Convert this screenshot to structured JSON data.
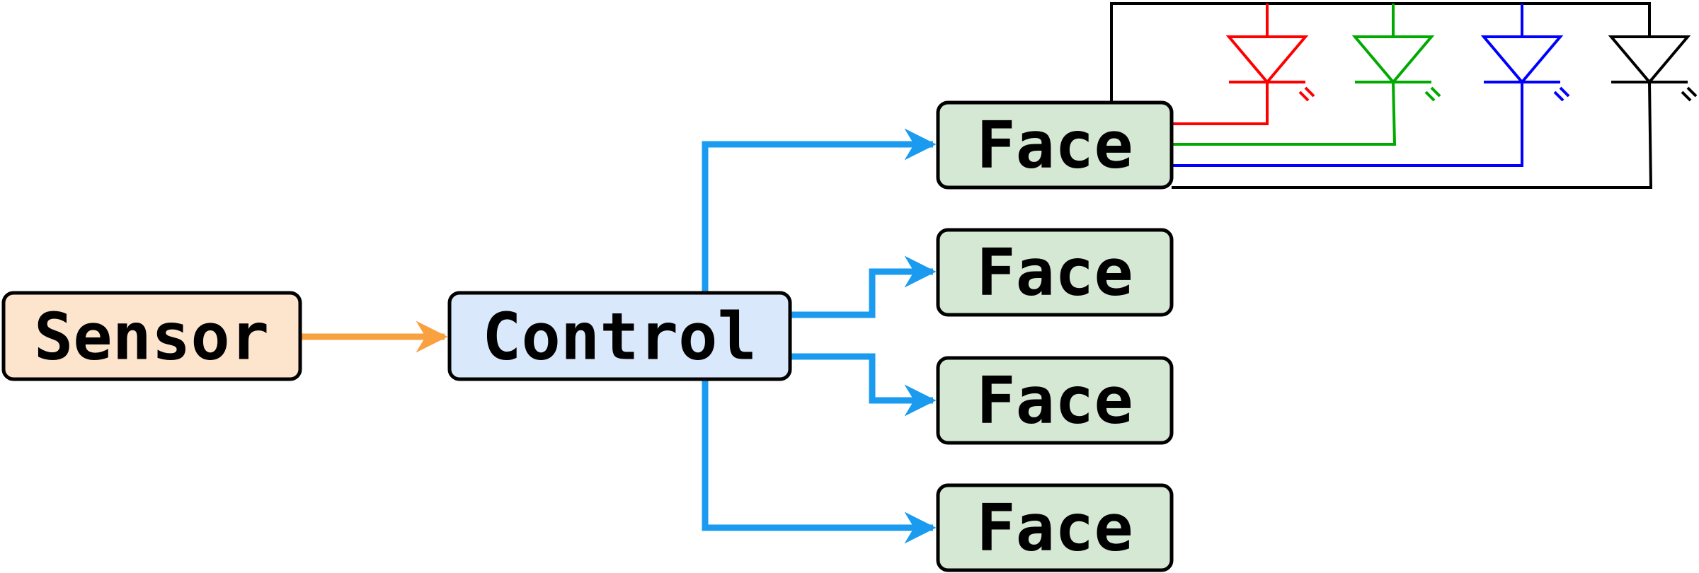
{
  "nodes": {
    "sensor": {
      "label": "Sensor",
      "fill": "#FDE5CD"
    },
    "control": {
      "label": "Control",
      "fill": "#DAE8FB"
    },
    "faces": [
      {
        "label": "Face",
        "fill": "#D5E8D4"
      },
      {
        "label": "Face",
        "fill": "#D5E8D4"
      },
      {
        "label": "Face",
        "fill": "#D5E8D4"
      },
      {
        "label": "Face",
        "fill": "#D5E8D4"
      }
    ]
  },
  "connectors": {
    "sensor_to_control": "#F9A03F",
    "control_to_faces": "#1A9BF0"
  },
  "leds": [
    {
      "name": "red-led",
      "color": "#FF0000"
    },
    {
      "name": "green-led",
      "color": "#00AA00"
    },
    {
      "name": "blue-led",
      "color": "#0000FF"
    },
    {
      "name": "common-led",
      "color": "#000000"
    }
  ]
}
